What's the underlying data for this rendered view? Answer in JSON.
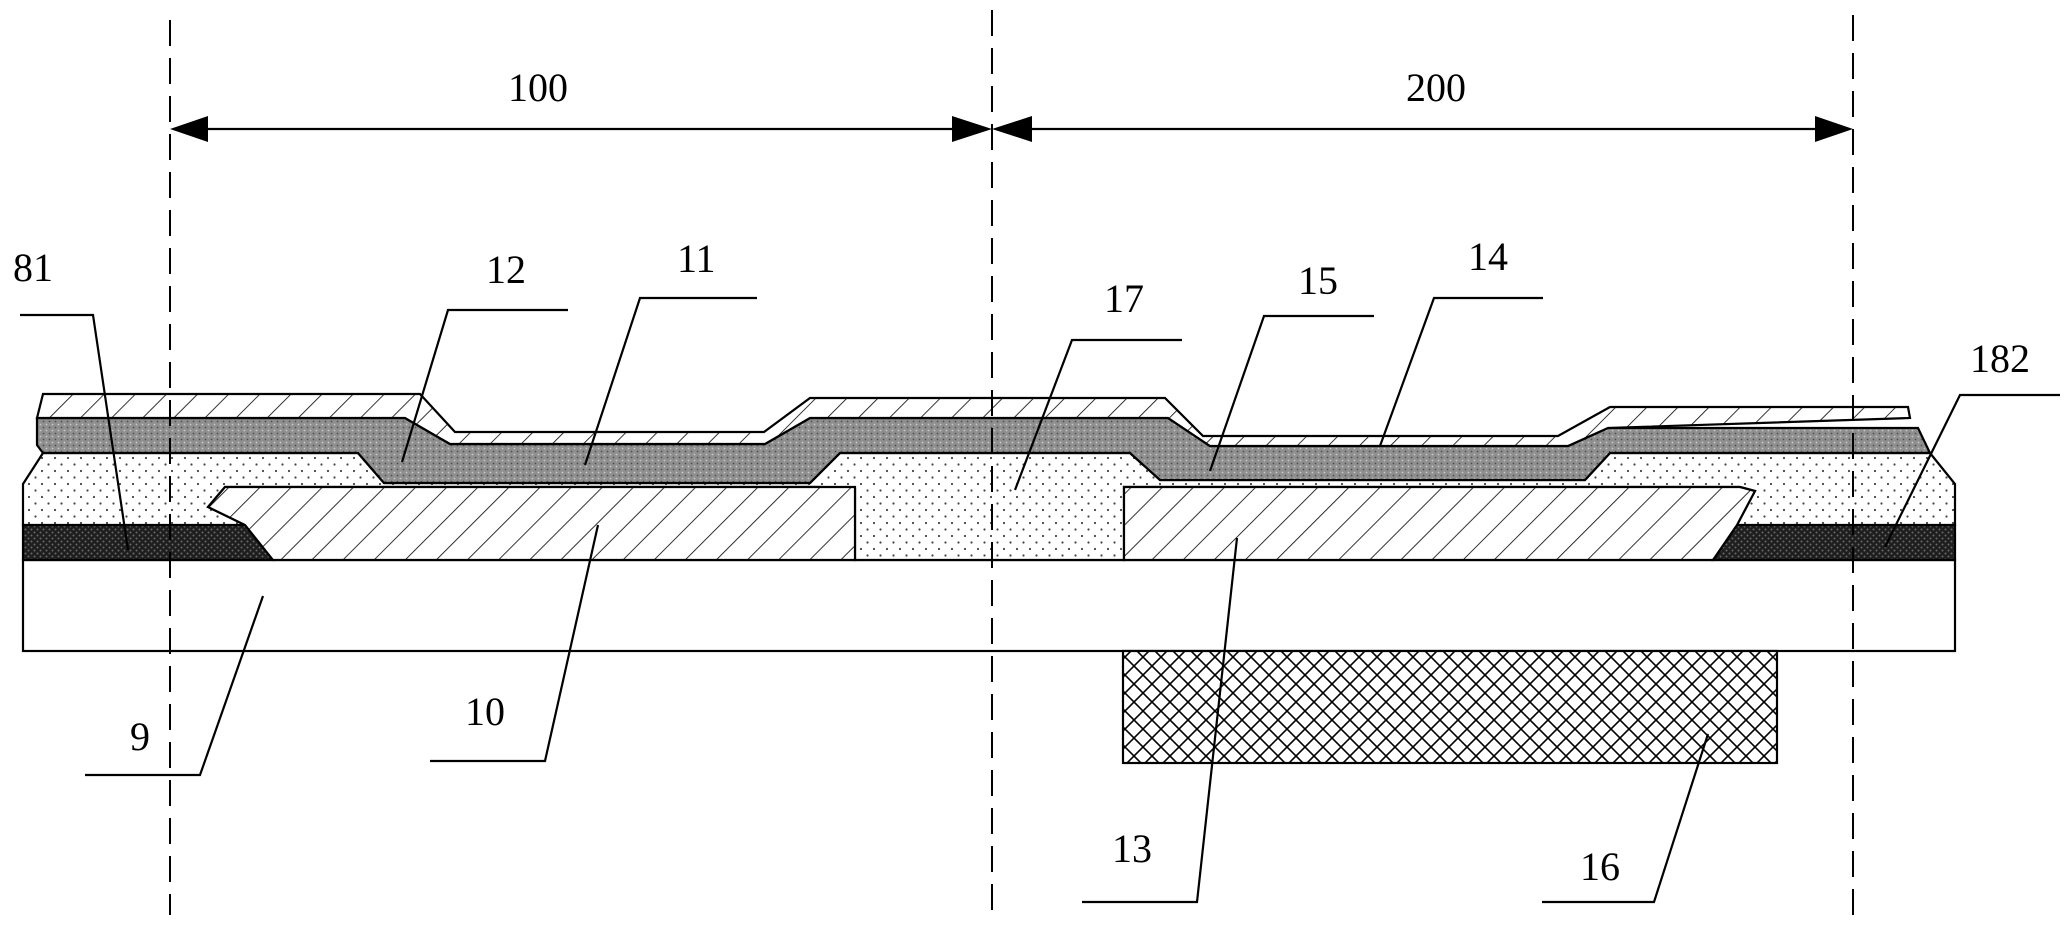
{
  "regions": [
    {
      "id": "region-100",
      "label": "100"
    },
    {
      "id": "region-200",
      "label": "200"
    }
  ],
  "labels": {
    "l81": "81",
    "l12": "12",
    "l11": "11",
    "l17": "17",
    "l15": "15",
    "l14": "14",
    "l182": "182",
    "l9": "9",
    "l10": "10",
    "l13": "13",
    "l16": "16"
  },
  "colors": {
    "stroke": "#000000",
    "background": "#ffffff",
    "dark_pad": "#1e1e1e",
    "gray_layer": "#8f8f8f"
  }
}
